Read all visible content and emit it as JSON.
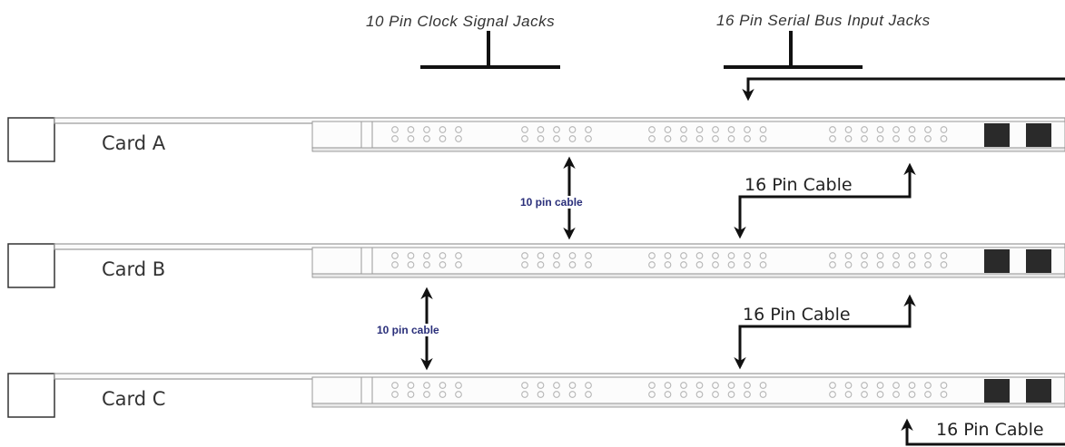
{
  "labels": {
    "clock_jacks": "10 Pin Clock Signal Jacks",
    "serial_jacks": "16 Pin Serial Bus Input Jacks",
    "cable_16": "16 Pin Cable",
    "cable_10": "10 pin cable"
  },
  "cards": [
    {
      "label": "Card A"
    },
    {
      "label": "Card B"
    },
    {
      "label": "Card C"
    }
  ],
  "colors": {
    "line": "#111111",
    "card_outline": "#999999",
    "dots": "#b5b5b5",
    "connector_block": "#2a2a2a",
    "ten_pin_text": "#2a2f7a"
  }
}
